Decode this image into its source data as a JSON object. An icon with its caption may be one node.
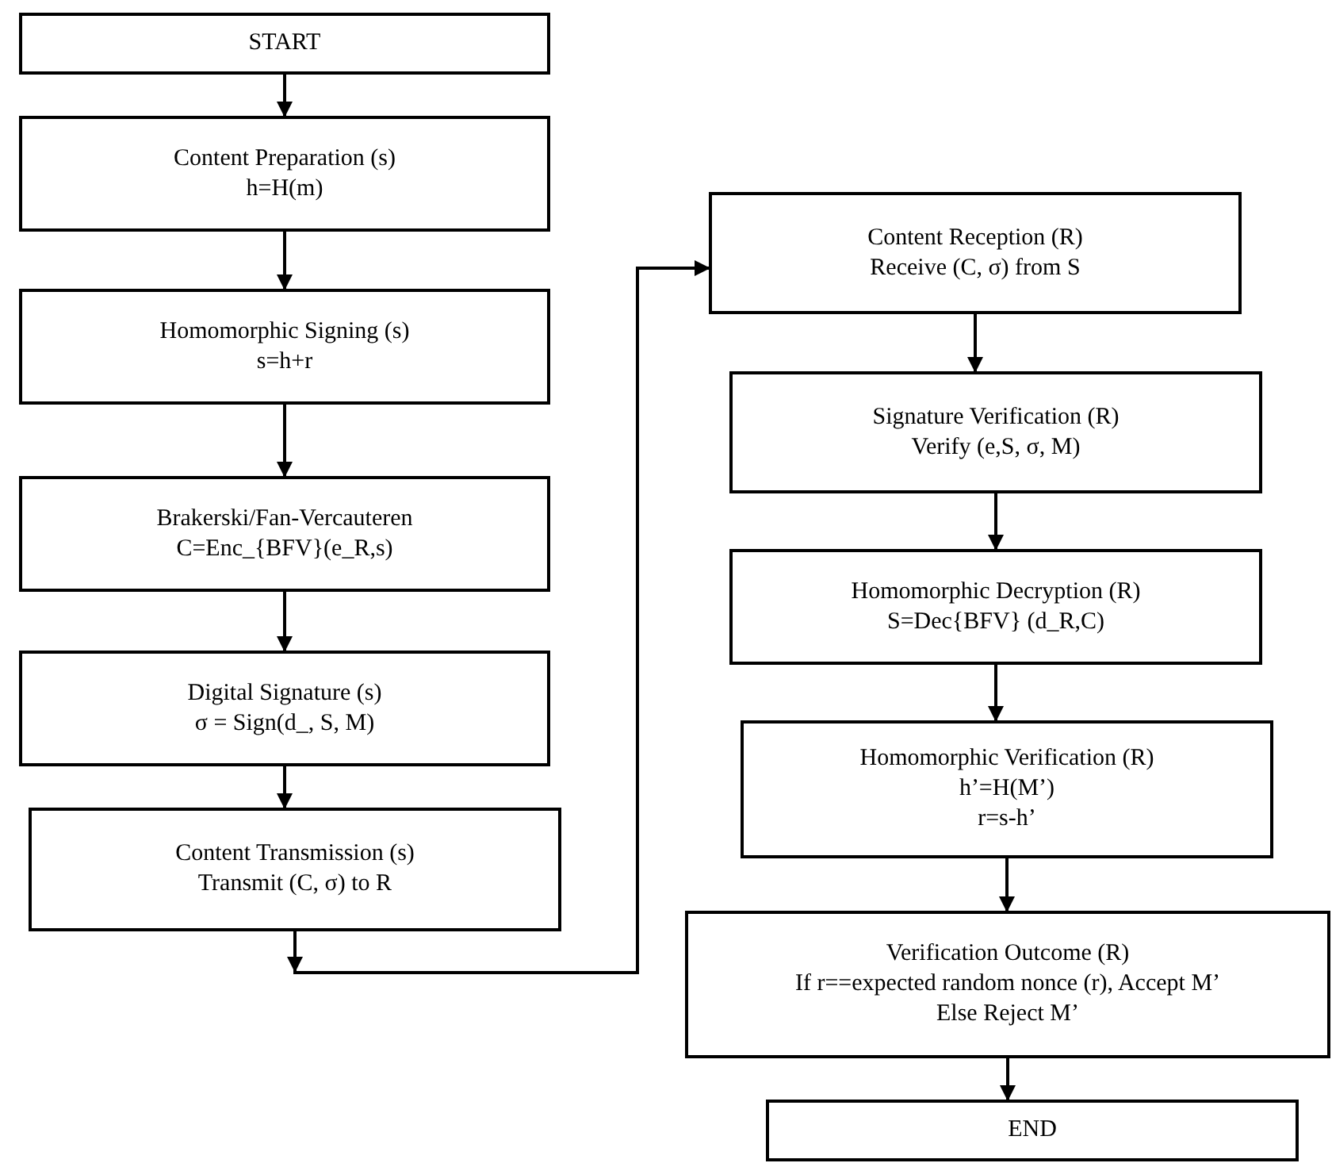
{
  "diagram": {
    "nodes": [
      {
        "text": [
          "START"
        ]
      },
      {
        "text": [
          "Content Preparation (s)",
          "h=H(m)"
        ]
      },
      {
        "text": [
          "Homomorphic Signing (s)",
          "s=h+r"
        ]
      },
      {
        "text": [
          "Brakerski/Fan-Vercauteren",
          "C=Enc_{BFV}(e_R,s)"
        ]
      },
      {
        "text": [
          "Digital Signature (s)",
          "σ = Sign(d_, S, M)"
        ]
      },
      {
        "text": [
          "Content Transmission (s)",
          "Transmit (C, σ) to R"
        ]
      },
      {
        "text": [
          "Content Reception (R)",
          "Receive (C, σ) from S"
        ]
      },
      {
        "text": [
          "Signature Verification (R)",
          "Verify (e,S, σ, M)"
        ]
      },
      {
        "text": [
          "Homomorphic Decryption (R)",
          "S=Dec{BFV} (d_R,C)"
        ]
      },
      {
        "text": [
          "Homomorphic Verification (R)",
          "h’=H(M’)",
          "r=s-h’"
        ]
      },
      {
        "text": [
          "Verification Outcome (R)",
          "If r==expected random nonce (r), Accept M’",
          "Else Reject M’"
        ]
      },
      {
        "text": [
          "END"
        ]
      }
    ],
    "edges": [
      {
        "from": 0,
        "to": 1,
        "arrow": "to"
      },
      {
        "from": 1,
        "to": 2,
        "arrow": "to"
      },
      {
        "from": 2,
        "to": 3,
        "arrow": "to"
      },
      {
        "from": 3,
        "to": 4,
        "arrow": "to"
      },
      {
        "from": 4,
        "to": 5,
        "arrow": "to"
      },
      {
        "from": 5,
        "to": 6,
        "arrow": "to"
      },
      {
        "from": 6,
        "to": 7,
        "arrow": "to"
      },
      {
        "from": 7,
        "to": 8,
        "arrow": "to"
      },
      {
        "from": 8,
        "to": 9,
        "arrow": "to"
      },
      {
        "from": 9,
        "to": 10,
        "arrow": "to"
      },
      {
        "from": 10,
        "to": 11,
        "arrow": "to"
      }
    ]
  }
}
